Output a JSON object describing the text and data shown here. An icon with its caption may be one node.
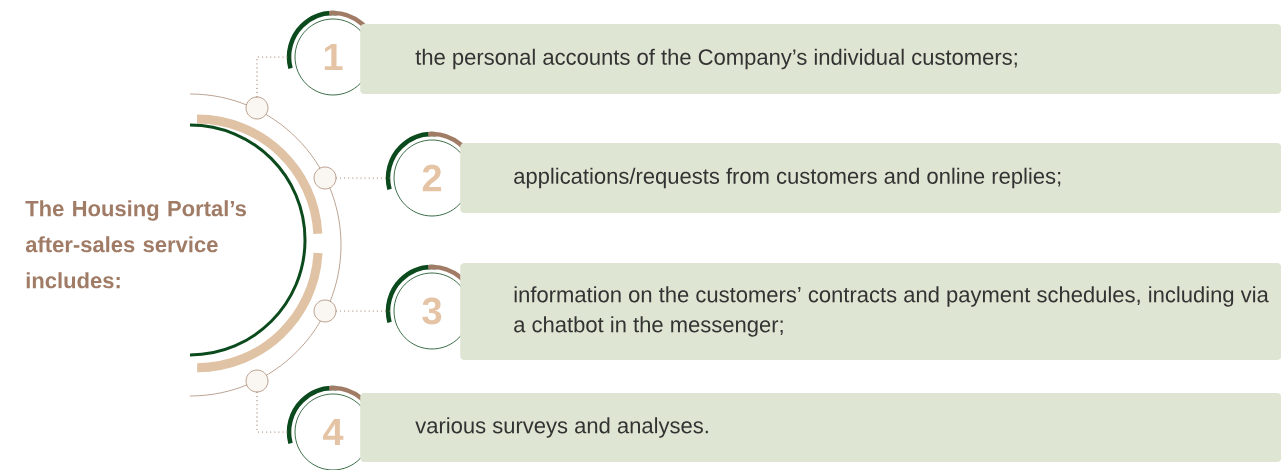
{
  "diagram": {
    "nodes": [
      {
        "text": [],
        "shape": "circle"
      },
      {
        "text": [
          "1"
        ]
      },
      {
        "text": [
          "the personal accounts of the Company’s individual customers;"
        ]
      },
      {
        "text": [],
        "shape": "circle"
      },
      {
        "text": [
          "2"
        ]
      },
      {
        "text": [
          "applications/requests from customers and online replies;"
        ]
      },
      {
        "text": [],
        "shape": "circle"
      },
      {
        "text": [
          "3"
        ]
      },
      {
        "text": [
          "information on the customers’ contracts and payment schedules, including via a chatbot in the messenger;"
        ]
      },
      {
        "text": [],
        "shape": "circle"
      },
      {
        "text": [
          "4"
        ]
      },
      {
        "text": [
          "various surveys and analyses."
        ]
      }
    ],
    "edges": [
      {
        "from": 0,
        "to": 1,
        "arrow": "none"
      },
      {
        "from": 3,
        "to": 4,
        "arrow": "none"
      },
      {
        "from": 6,
        "to": 7,
        "arrow": "none"
      },
      {
        "from": 9,
        "to": 10,
        "arrow": "none"
      }
    ],
    "labels": [
      "The Housing Portal’s after-sales service includes:"
    ]
  }
}
